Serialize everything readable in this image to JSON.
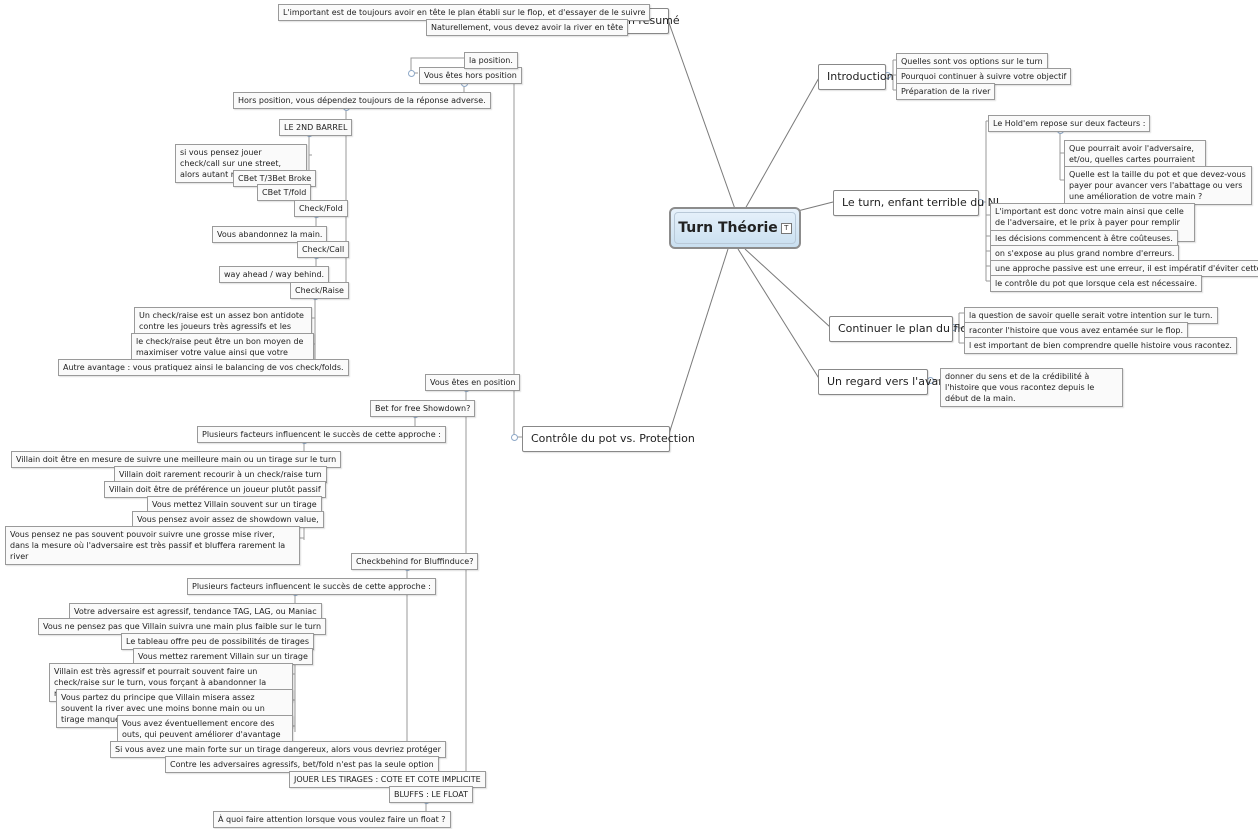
{
  "central": {
    "title": "Turn Théorie",
    "note_icon": "note-icon"
  },
  "right": {
    "intro": {
      "label": "Introduction",
      "items": [
        "Quelles sont vos options sur le turn",
        "Pourquoi continuer à suivre votre objectif",
        "Préparation de la river"
      ]
    },
    "nl": {
      "label": "Le turn, enfant terrible du NL",
      "factors": "Le Hold'em repose sur deux facteurs :",
      "q1": "Que pourrait avoir l'adversaire, et/ou, quelles cartes pourraient l'avoir aidé ?",
      "q2": "Quelle est la taille du pot et que devez-vous payer pour avancer vers l'abattage ou vers une amélioration de votre main ?",
      "items": [
        "L'important est donc votre main ainsi que celle de l'adversaire, et le prix à payer pour remplir vos objectifs.",
        "les décisions commencent à être coûteuses.",
        "on s'expose au plus grand nombre d'erreurs.",
        "une approche passive est une erreur, il est impératif d'éviter cette erreur",
        "le contrôle du pot que lorsque cela est nécessaire."
      ]
    },
    "flop": {
      "label": "Continuer le plan du flop",
      "items": [
        "la question de savoir quelle serait votre intention sur le turn.",
        "raconter l'histoire que vous avez entamée sur le flop.",
        "l est important de bien comprendre quelle histoire vous racontez."
      ]
    },
    "avant": {
      "label": "Un regard vers l'avant",
      "item": "donner du sens et de la crédibilité à l'histoire que vous racontez depuis le début de la main."
    }
  },
  "left": {
    "resume": {
      "label": "En résumé",
      "items": [
        "L'important est de toujours avoir en tête le plan établi sur le flop, et d'essayer de le suivre",
        "Naturellement, vous devez avoir la river en tête"
      ]
    },
    "controle": {
      "label": "Contrôle du pot vs. Protection",
      "hors": {
        "label": "Vous êtes hors position",
        "position": "la position.",
        "depend": "Hors position, vous dépendez toujours de la réponse adverse.",
        "barrel": "LE 2ND BARREL",
        "check_call_street": "si vous pensez jouer check/call sur une street, alors autant miser.",
        "cbet_broke": "CBet T/3Bet Broke",
        "cbet_fold": "CBet T/fold",
        "check_fold": "Check/Fold",
        "abandon": "Vous abandonnez la main.",
        "check_call": "Check/Call",
        "way_ahead": "way ahead / way behind.",
        "check_raise": "Check/Raise",
        "cr_items": [
          "Un check/raise est un assez bon antidote contre les joueurs très agressifs et les floateurs.",
          "le check/raise peut être un bon moyen de maximiser votre value ainsi que votre protection.",
          "Autre avantage : vous pratiquez ainsi le balancing de vos check/folds."
        ]
      },
      "en": {
        "label": "Vous êtes en position",
        "bet_free": "Bet for free Showdown?",
        "facteurs1": "Plusieurs facteurs influencent le succès de cette approche :",
        "f1_items": [
          "Villain doit être en mesure de suivre une meilleure main ou un tirage sur le turn",
          "Villain doit rarement recourir à un check/raise turn",
          "Villain doit être de préférence un joueur plutôt passif",
          "Vous mettez Villain souvent sur un tirage",
          "Vous pensez avoir assez de showdown value,",
          "Vous pensez ne pas souvent pouvoir suivre une grosse mise river, dans la mesure où l'adversaire est très passif et bluffera rarement la river"
        ],
        "checkbehind": "Checkbehind for Bluffinduce?",
        "facteurs2": "Plusieurs facteurs influencent le succès de cette approche :",
        "f2_items": [
          "Votre adversaire est agressif, tendance TAG, LAG, ou Maniac",
          "Vous ne pensez pas que Villain suivra une main plus faible sur le turn",
          "Le tableau offre peu de possibilités de tirages",
          "Vous mettez rarement Villain sur un tirage",
          "Villain est très agressif et pourrait souvent faire un check/raise sur le turn, vous forçant à abandonner la main",
          "Vous partez du principe que Villain misera assez souvent la river avec une moins bonne main ou un tirage manqué.",
          "Vous avez éventuellement encore des outs, qui peuvent améliorer d'avantage votre main"
        ],
        "protect": "Si vous avez une main forte sur un tirage dangereux, alors vous devriez protéger",
        "agressifs": "Contre les adversaires agressifs, bet/fold n'est pas la seule option",
        "tirages": "JOUER LES TIRAGES : COTE ET COTE IMPLICITE",
        "bluffs": "BLUFFS : LE FLOAT",
        "float": "À quoi faire attention lorsque vous voulez faire un float ?"
      }
    }
  }
}
